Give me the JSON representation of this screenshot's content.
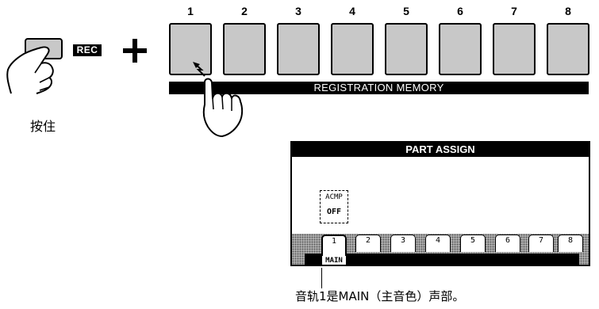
{
  "rec": {
    "label": "REC",
    "hold_text": "按住"
  },
  "plus_symbol": "+",
  "registration": {
    "numbers": [
      "1",
      "2",
      "3",
      "4",
      "5",
      "6",
      "7",
      "8"
    ],
    "bar_label": "REGISTRATION MEMORY"
  },
  "display": {
    "title": "PART ASSIGN",
    "acmp": {
      "label": "ACMP",
      "value": "OFF"
    },
    "tracks": [
      "1",
      "2",
      "3",
      "4",
      "5",
      "6",
      "7",
      "8"
    ],
    "main_label": "MAIN"
  },
  "caption": "音轨1是MAIN（主音色）声部。",
  "icons": {
    "hand_left": "pressing-hand-icon",
    "hand_right": "pressing-hand-icon",
    "arrow": "arrow-icon"
  }
}
